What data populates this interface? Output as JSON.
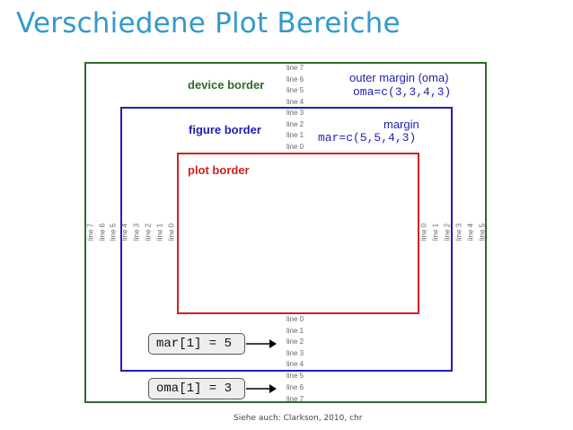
{
  "title": "Verschiedene Plot Bereiche",
  "labels": {
    "device": "device border",
    "figure": "figure border",
    "plot": "plot border",
    "oma_title": "outer margin (oma)",
    "oma_code": "oma=c(3,3,4,3)",
    "mar_title": "margin",
    "mar_code": "mar=c(5,5,4,3)"
  },
  "top_lines": [
    "line 7",
    "line 6",
    "line 5",
    "line 4",
    "line 3",
    "line 2",
    "line 1",
    "line 0"
  ],
  "bottom_lines": [
    "line 0",
    "line 1",
    "line 2",
    "line 3",
    "line 4",
    "line 5",
    "line 6",
    "line 7"
  ],
  "left_lines": [
    "line 7",
    "line 6",
    "line 5",
    "line 4",
    "line 3",
    "line 2",
    "line 1",
    "line 0"
  ],
  "right_lines": [
    "line 0",
    "line 1",
    "line 2",
    "line 3",
    "line 4",
    "line 5"
  ],
  "callouts": {
    "mar": "mar[1] = 5",
    "oma": "oma[1] = 3"
  },
  "credit": "Siehe auch: Clarkson, 2010,  chr",
  "colors": {
    "title": "#3399cc",
    "device": "#2d6b2a",
    "figure": "#1f1fb0",
    "plot": "#d42020"
  }
}
